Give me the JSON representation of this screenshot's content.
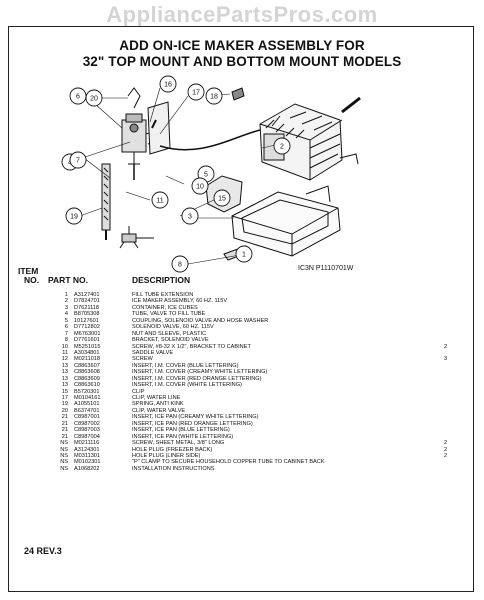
{
  "watermark": "AppliancePartsPros.com",
  "title_line1": "ADD ON-ICE MAKER ASSEMBLY FOR",
  "title_line2": "32\" TOP MOUNT AND BOTTOM MOUNT MODELS",
  "diagram": {
    "callouts": [
      "20",
      "16",
      "17",
      "6",
      "5",
      "4",
      "18",
      "10",
      "7",
      "2",
      "1",
      "11",
      "19",
      "3",
      "8",
      "15"
    ],
    "code": "IC3N P1110701W"
  },
  "table": {
    "header_item": "ITEM",
    "header_no": "NO.",
    "header_part": "PART NO.",
    "header_desc": "DESCRIPTION",
    "rows": [
      {
        "no": "1",
        "part": "A3127401",
        "desc": "FILL TUBE EXTENSION",
        "qty": ""
      },
      {
        "no": "2",
        "part": "D7824701",
        "desc": "ICE MAKER ASSEMBLY, 60 HZ. 115V",
        "qty": ""
      },
      {
        "no": "3",
        "part": "D7621118",
        "desc": "CONTAINER, ICE CUBES",
        "qty": ""
      },
      {
        "no": "4",
        "part": "B8705308",
        "desc": "TUBE, VALVE TO FILL TUBE",
        "qty": ""
      },
      {
        "no": "5",
        "part": "10127601",
        "desc": "COUPLING, SOLENOID VALVE AND HOSE WASHER",
        "qty": ""
      },
      {
        "no": "6",
        "part": "D7712802",
        "desc": "SOLENOID VALVE, 60 HZ. 115V",
        "qty": ""
      },
      {
        "no": "7",
        "part": "M6763001",
        "desc": "NUT AND SLEEVE, PLASTIC",
        "qty": ""
      },
      {
        "no": "8",
        "part": "D7761601",
        "desc": "BRACKET, SOLENOID VALVE",
        "qty": ""
      },
      {
        "no": "10",
        "part": "M5251015",
        "desc": "SCREW, #8-32 X 1/2\", BRACKET TO CABINET",
        "qty": "2"
      },
      {
        "no": "11",
        "part": "A3034801",
        "desc": "SADDLE VALVE",
        "qty": ""
      },
      {
        "no": "12",
        "part": "M0211018",
        "desc": "SCREW",
        "qty": "3"
      },
      {
        "no": "13",
        "part": "C8863607",
        "desc": "INSERT, I.M. COVER (BLUE LETTERING)",
        "qty": ""
      },
      {
        "no": "13",
        "part": "C8863608",
        "desc": "INSERT, I.M. COVER (CREAMY WHITE LETTERING)",
        "qty": ""
      },
      {
        "no": "13",
        "part": "C8863609",
        "desc": "INSERT, I.M. COVER (RED ORANGE LETTERING)",
        "qty": ""
      },
      {
        "no": "13",
        "part": "C8863610",
        "desc": "INSERT, I.M. COVER (WHITE LETTERING)",
        "qty": ""
      },
      {
        "no": "15",
        "part": "B5720301",
        "desc": "CLIP",
        "qty": ""
      },
      {
        "no": "17",
        "part": "M0104161",
        "desc": "CLIP, WATER LINE",
        "qty": ""
      },
      {
        "no": "19",
        "part": "A1055101",
        "desc": "SPRING, ANTI KINK",
        "qty": ""
      },
      {
        "no": "20",
        "part": "B6374701",
        "desc": "CLIP, WATER VALVE",
        "qty": ""
      },
      {
        "no": "21",
        "part": "C8987001",
        "desc": "INSERT, ICE PAN (CREAMY WHITE LETTERING)",
        "qty": ""
      },
      {
        "no": "21",
        "part": "C8987002",
        "desc": "INSERT, ICE PAN (RED ORANGE LETTERING)",
        "qty": ""
      },
      {
        "no": "21",
        "part": "C8987003",
        "desc": "INSERT, ICE PAN (BLUE LETTERING)",
        "qty": ""
      },
      {
        "no": "21",
        "part": "C8987004",
        "desc": "INSERT, ICE PAN (WHITE LETTERING)",
        "qty": ""
      },
      {
        "no": "NS",
        "part": "M0211116",
        "desc": "SCREW, SHEET METAL, 3/8\" LONG",
        "qty": "2"
      },
      {
        "no": "NS",
        "part": "A3124301",
        "desc": "HOLE PLUG (FREEZER BACK)",
        "qty": "2"
      },
      {
        "no": "NS",
        "part": "M0311301",
        "desc": "HOLE PLUG (LINER SIDE)",
        "qty": "2"
      },
      {
        "no": "NS",
        "part": "M0102301",
        "desc": "\"P\" CLAMP TO SECURE HOUSEHOLD COPPER TUBE TO CABINET BACK",
        "qty": ""
      },
      {
        "no": "NS",
        "part": "A1068202",
        "desc": "INSTALLATION INSTRUCTIONS",
        "qty": ""
      }
    ]
  },
  "footer": "24 REV.3"
}
